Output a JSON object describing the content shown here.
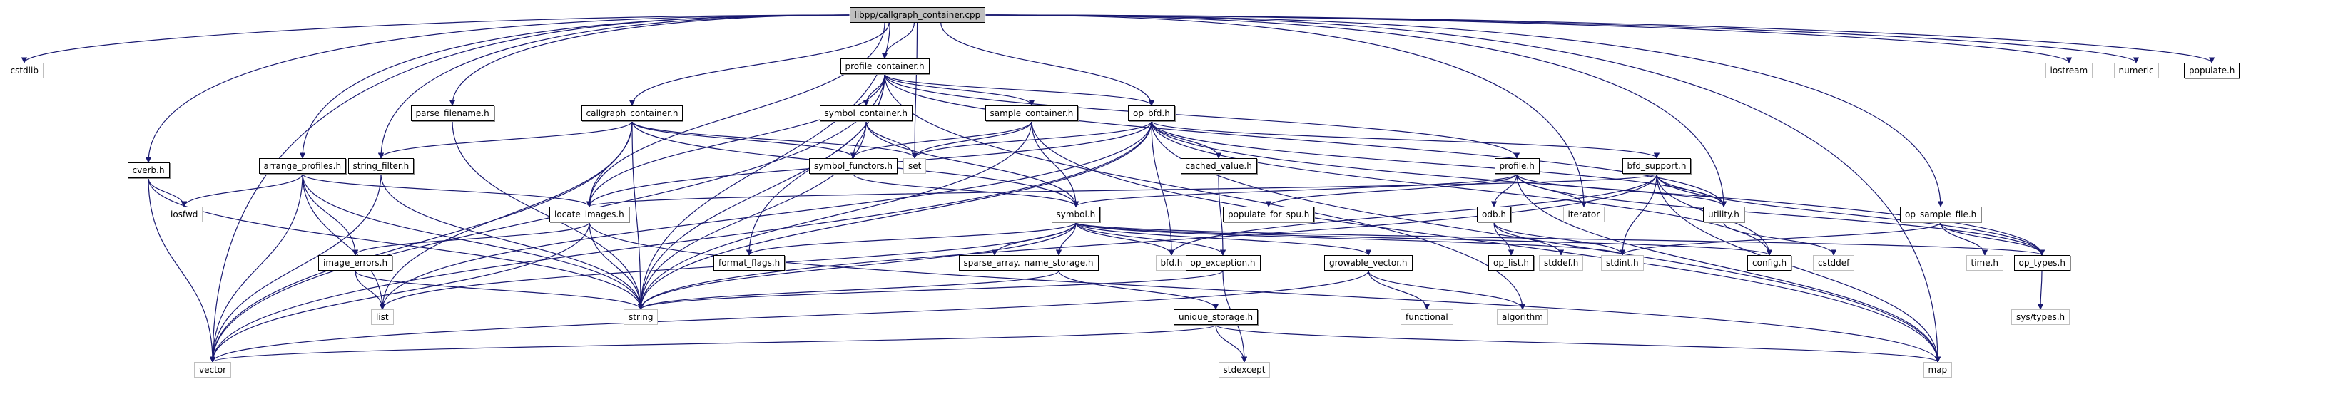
{
  "diagram": {
    "title": "libpp/callgraph_container.cpp include dependency graph",
    "edge_color": "#191970",
    "nodes": [
      {
        "id": "root",
        "label": "libpp/callgraph_container.cpp",
        "kind": "root"
      },
      {
        "id": "cstdlib",
        "label": "cstdlib",
        "kind": "external"
      },
      {
        "id": "iostream",
        "label": "iostream",
        "kind": "external"
      },
      {
        "id": "numeric",
        "label": "numeric",
        "kind": "external"
      },
      {
        "id": "populate",
        "label": "populate.h",
        "kind": "internal"
      },
      {
        "id": "profile_container",
        "label": "profile_container.h",
        "kind": "internal"
      },
      {
        "id": "parse_filename",
        "label": "parse_filename.h",
        "kind": "internal"
      },
      {
        "id": "callgraph_container",
        "label": "callgraph_container.h",
        "kind": "internal"
      },
      {
        "id": "symbol_container",
        "label": "symbol_container.h",
        "kind": "internal"
      },
      {
        "id": "sample_container",
        "label": "sample_container.h",
        "kind": "internal"
      },
      {
        "id": "op_bfd",
        "label": "op_bfd.h",
        "kind": "internal"
      },
      {
        "id": "cverb",
        "label": "cverb.h",
        "kind": "internal"
      },
      {
        "id": "arrange_profiles",
        "label": "arrange_profiles.h",
        "kind": "internal"
      },
      {
        "id": "string_filter",
        "label": "string_filter.h",
        "kind": "internal"
      },
      {
        "id": "symbol_functors",
        "label": "symbol_functors.h",
        "kind": "internal"
      },
      {
        "id": "set",
        "label": "set",
        "kind": "external"
      },
      {
        "id": "cached_value",
        "label": "cached_value.h",
        "kind": "internal"
      },
      {
        "id": "profile",
        "label": "profile.h",
        "kind": "internal"
      },
      {
        "id": "bfd_support",
        "label": "bfd_support.h",
        "kind": "internal"
      },
      {
        "id": "iosfwd",
        "label": "iosfwd",
        "kind": "external"
      },
      {
        "id": "locate_images",
        "label": "locate_images.h",
        "kind": "internal"
      },
      {
        "id": "symbol",
        "label": "symbol.h",
        "kind": "internal"
      },
      {
        "id": "populate_for_spu",
        "label": "populate_for_spu.h",
        "kind": "internal"
      },
      {
        "id": "odb",
        "label": "odb.h",
        "kind": "internal"
      },
      {
        "id": "iterator",
        "label": "iterator",
        "kind": "external"
      },
      {
        "id": "utility",
        "label": "utility.h",
        "kind": "internal"
      },
      {
        "id": "op_sample_file",
        "label": "op_sample_file.h",
        "kind": "internal"
      },
      {
        "id": "image_errors",
        "label": "image_errors.h",
        "kind": "internal"
      },
      {
        "id": "format_flags",
        "label": "format_flags.h",
        "kind": "internal"
      },
      {
        "id": "sparse_array",
        "label": "sparse_array.h",
        "kind": "internal"
      },
      {
        "id": "name_storage",
        "label": "name_storage.h",
        "kind": "internal"
      },
      {
        "id": "bfd",
        "label": "bfd.h",
        "kind": "external"
      },
      {
        "id": "op_exception",
        "label": "op_exception.h",
        "kind": "internal"
      },
      {
        "id": "growable_vector",
        "label": "growable_vector.h",
        "kind": "internal"
      },
      {
        "id": "op_list",
        "label": "op_list.h",
        "kind": "internal"
      },
      {
        "id": "stddef",
        "label": "stddef.h",
        "kind": "external"
      },
      {
        "id": "stdint",
        "label": "stdint.h",
        "kind": "external"
      },
      {
        "id": "config",
        "label": "config.h",
        "kind": "internal"
      },
      {
        "id": "cstddef",
        "label": "cstddef",
        "kind": "external"
      },
      {
        "id": "time",
        "label": "time.h",
        "kind": "external"
      },
      {
        "id": "op_types",
        "label": "op_types.h",
        "kind": "internal"
      },
      {
        "id": "list",
        "label": "list",
        "kind": "external"
      },
      {
        "id": "string",
        "label": "string",
        "kind": "external"
      },
      {
        "id": "unique_storage",
        "label": "unique_storage.h",
        "kind": "internal"
      },
      {
        "id": "functional",
        "label": "functional",
        "kind": "external"
      },
      {
        "id": "algorithm",
        "label": "algorithm",
        "kind": "external"
      },
      {
        "id": "sys_types",
        "label": "sys/types.h",
        "kind": "external"
      },
      {
        "id": "vector",
        "label": "vector",
        "kind": "external"
      },
      {
        "id": "stdexcept",
        "label": "stdexcept",
        "kind": "external"
      },
      {
        "id": "map",
        "label": "map",
        "kind": "external"
      }
    ],
    "edges": [
      [
        "root",
        "cstdlib"
      ],
      [
        "root",
        "iostream"
      ],
      [
        "root",
        "numeric"
      ],
      [
        "root",
        "populate"
      ],
      [
        "root",
        "profile_container"
      ],
      [
        "root",
        "parse_filename"
      ],
      [
        "root",
        "callgraph_container"
      ],
      [
        "root",
        "op_bfd"
      ],
      [
        "root",
        "cverb"
      ],
      [
        "root",
        "arrange_profiles"
      ],
      [
        "root",
        "string_filter"
      ],
      [
        "root",
        "set"
      ],
      [
        "root",
        "locate_images"
      ],
      [
        "root",
        "op_sample_file"
      ],
      [
        "root",
        "string"
      ],
      [
        "root",
        "vector"
      ],
      [
        "root",
        "map"
      ],
      [
        "root",
        "iterator"
      ],
      [
        "root",
        "utility"
      ],
      [
        "profile_container",
        "symbol_container"
      ],
      [
        "profile_container",
        "sample_container"
      ],
      [
        "profile_container",
        "op_bfd"
      ],
      [
        "profile_container",
        "profile"
      ],
      [
        "profile_container",
        "locate_images"
      ],
      [
        "profile_container",
        "string"
      ],
      [
        "profile_container",
        "vector"
      ],
      [
        "profile_container",
        "format_flags"
      ],
      [
        "profile_container",
        "utility"
      ],
      [
        "profile_container",
        "algorithm"
      ],
      [
        "callgraph_container",
        "set"
      ],
      [
        "callgraph_container",
        "string_filter"
      ],
      [
        "callgraph_container",
        "symbol_functors"
      ],
      [
        "callgraph_container",
        "symbol"
      ],
      [
        "callgraph_container",
        "locate_images"
      ],
      [
        "callgraph_container",
        "string"
      ],
      [
        "callgraph_container",
        "vector"
      ],
      [
        "callgraph_container",
        "list"
      ],
      [
        "symbol_container",
        "symbol_functors"
      ],
      [
        "symbol_container",
        "symbol"
      ],
      [
        "symbol_container",
        "set"
      ],
      [
        "symbol_container",
        "string"
      ],
      [
        "sample_container",
        "symbol"
      ],
      [
        "sample_container",
        "set"
      ],
      [
        "sample_container",
        "symbol_functors"
      ],
      [
        "sample_container",
        "string"
      ],
      [
        "sample_container",
        "map"
      ],
      [
        "op_bfd",
        "set"
      ],
      [
        "op_bfd",
        "cached_value"
      ],
      [
        "op_bfd",
        "bfd_support"
      ],
      [
        "op_bfd",
        "utility"
      ],
      [
        "op_bfd",
        "locate_images"
      ],
      [
        "op_bfd",
        "string"
      ],
      [
        "op_bfd",
        "vector"
      ],
      [
        "op_bfd",
        "list"
      ],
      [
        "op_bfd",
        "op_types"
      ],
      [
        "op_bfd",
        "config"
      ],
      [
        "op_bfd",
        "map"
      ],
      [
        "op_bfd",
        "bfd"
      ],
      [
        "cverb",
        "iosfwd"
      ],
      [
        "cverb",
        "string"
      ],
      [
        "cverb",
        "vector"
      ],
      [
        "arrange_profiles",
        "iosfwd"
      ],
      [
        "arrange_profiles",
        "locate_images"
      ],
      [
        "arrange_profiles",
        "image_errors"
      ],
      [
        "arrange_profiles",
        "string"
      ],
      [
        "arrange_profiles",
        "vector"
      ],
      [
        "arrange_profiles",
        "list"
      ],
      [
        "string_filter",
        "string"
      ],
      [
        "string_filter",
        "vector"
      ],
      [
        "parse_filename",
        "string"
      ],
      [
        "symbol_functors",
        "symbol"
      ],
      [
        "cached_value",
        "op_exception"
      ],
      [
        "profile",
        "populate_for_spu"
      ],
      [
        "profile",
        "odb"
      ],
      [
        "profile",
        "iterator"
      ],
      [
        "profile",
        "utility"
      ],
      [
        "profile",
        "op_types"
      ],
      [
        "profile",
        "map"
      ],
      [
        "profile",
        "symbol"
      ],
      [
        "bfd_support",
        "utility"
      ],
      [
        "bfd_support",
        "stdint"
      ],
      [
        "bfd_support",
        "config"
      ],
      [
        "bfd_support",
        "op_types"
      ],
      [
        "bfd_support",
        "bfd"
      ],
      [
        "bfd_support",
        "locate_images"
      ],
      [
        "bfd_support",
        "string"
      ],
      [
        "bfd_support",
        "map"
      ],
      [
        "locate_images",
        "image_errors"
      ],
      [
        "locate_images",
        "string"
      ],
      [
        "locate_images",
        "vector"
      ],
      [
        "locate_images",
        "map"
      ],
      [
        "symbol",
        "format_flags"
      ],
      [
        "symbol",
        "sparse_array"
      ],
      [
        "symbol",
        "name_storage"
      ],
      [
        "symbol",
        "bfd"
      ],
      [
        "symbol",
        "op_exception"
      ],
      [
        "symbol",
        "growable_vector"
      ],
      [
        "symbol",
        "stdint"
      ],
      [
        "symbol",
        "config"
      ],
      [
        "symbol",
        "op_types"
      ],
      [
        "symbol",
        "string"
      ],
      [
        "symbol",
        "list"
      ],
      [
        "odb",
        "op_list"
      ],
      [
        "odb",
        "stddef"
      ],
      [
        "odb",
        "stdint"
      ],
      [
        "utility",
        "cstddef"
      ],
      [
        "op_sample_file",
        "time"
      ],
      [
        "op_sample_file",
        "op_types"
      ],
      [
        "op_sample_file",
        "stdint"
      ],
      [
        "op_types",
        "sys_types"
      ],
      [
        "image_errors",
        "list"
      ],
      [
        "image_errors",
        "string"
      ],
      [
        "name_storage",
        "unique_storage"
      ],
      [
        "name_storage",
        "string"
      ],
      [
        "op_exception",
        "string"
      ],
      [
        "op_exception",
        "stdexcept"
      ],
      [
        "growable_vector",
        "functional"
      ],
      [
        "growable_vector",
        "algorithm"
      ],
      [
        "growable_vector",
        "vector"
      ],
      [
        "unique_storage",
        "stdexcept"
      ],
      [
        "unique_storage",
        "vector"
      ],
      [
        "unique_storage",
        "map"
      ]
    ]
  }
}
